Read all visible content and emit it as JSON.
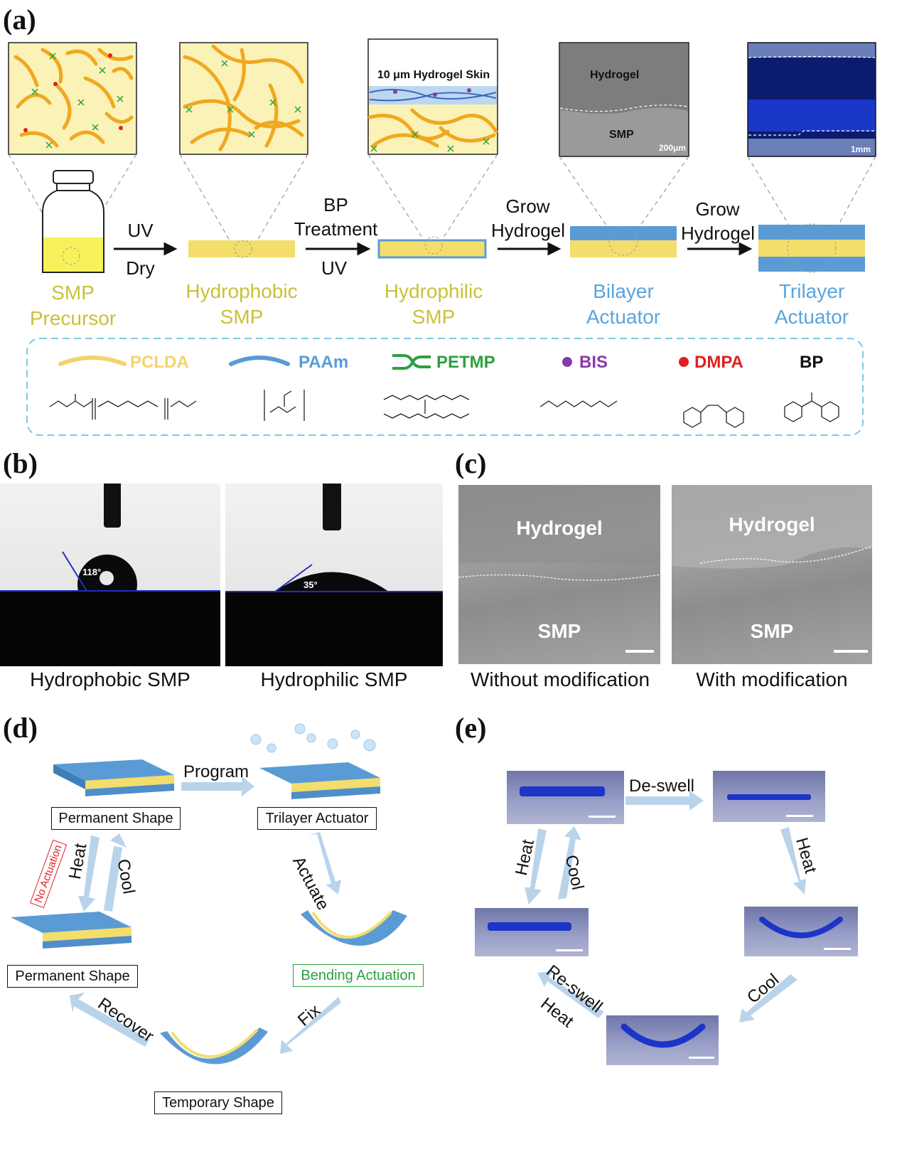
{
  "panels": {
    "a": "(a)",
    "b": "(b)",
    "c": "(c)",
    "d": "(d)",
    "e": "(e)"
  },
  "a": {
    "stages": {
      "precursor": [
        "SMP",
        "Precursor"
      ],
      "hydrophobic": [
        "Hydrophobic",
        "SMP"
      ],
      "hydrophilic": [
        "Hydrophilic",
        "SMP"
      ],
      "bilayer": [
        "Bilayer",
        "Actuator"
      ],
      "trilayer": [
        "Trilayer",
        "Actuator"
      ]
    },
    "arrows": {
      "uv_dry": {
        "top": "UV",
        "bottom": "Dry"
      },
      "bp": {
        "top1": "BP",
        "top2": "Treatment",
        "bottom": "UV"
      },
      "grow1": {
        "top1": "Grow",
        "top2": "Hydrogel"
      },
      "grow2": {
        "top1": "Grow",
        "top2": "Hydrogel"
      }
    },
    "insets": {
      "skin_label": "10 μm Hydrogel Skin",
      "sem_hydrogel": "Hydrogel",
      "sem_smp": "SMP",
      "sem_scale": "200μm",
      "photo_scale": "1mm"
    },
    "legend": {
      "pclda": "PCLDA",
      "paam": "PAAm",
      "petmp": "PETMP",
      "bis": "BIS",
      "dmpa": "DMPA",
      "bp": "BP"
    },
    "colors": {
      "smp_yellow": "#f3e17a",
      "hydrogel_blue": "#5b9bd5",
      "chain_orange": "#f0a81e"
    }
  },
  "b": {
    "left": {
      "angle": "118°",
      "caption": "Hydrophobic SMP"
    },
    "right": {
      "angle": "35°",
      "caption": "Hydrophilic SMP"
    }
  },
  "c": {
    "left": {
      "top": "Hydrogel",
      "bottom": "SMP",
      "caption": "Without modification"
    },
    "right": {
      "top": "Hydrogel",
      "bottom": "SMP",
      "caption": "With modification"
    }
  },
  "d": {
    "permanent_top": "Permanent Shape",
    "trilayer": "Trilayer Actuator",
    "permanent_bottom": "Permanent Shape",
    "bending": "Bending Actuation",
    "temporary": "Temporary Shape",
    "program": "Program",
    "actuate": "Actuate",
    "heat": "Heat",
    "cool": "Cool",
    "no_actuation": "No Actuation",
    "recover": "Recover",
    "fix": "Fix"
  },
  "e": {
    "deswell": "De-swell",
    "heat_left": "Heat",
    "cool_left": "Cool",
    "heat_right": "Heat",
    "cool_right": "Cool",
    "reswell": "Re-swell",
    "heat_bottom": "Heat"
  }
}
